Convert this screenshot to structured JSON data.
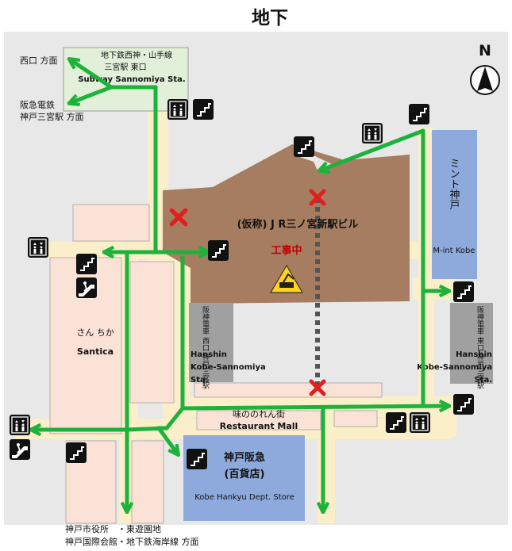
{
  "title": "地下",
  "compass": {
    "label": "N"
  },
  "station_subway": {
    "line1": "地下鉄西神・山手線",
    "line2": "三宮駅 東口",
    "line3": "Subway Sannomiya Sta."
  },
  "destinations": {
    "nishiguchi": "西口 方面",
    "hankyu_line1": "阪急電鉄",
    "hankyu_line2": "神戸三宮駅 方面",
    "bottom_line1": "神戸市役所　・東遊園地",
    "bottom_line2": "神戸国際会館・地下鉄海岸線 方面"
  },
  "jr_building": {
    "name": "(仮称) J R三ノ宮新駅ビル",
    "status": "工事中"
  },
  "mint_kobe": {
    "name_jp": "ミント神戸",
    "name_en": "M-int Kobe"
  },
  "santica": {
    "name_jp": "さん ちか",
    "name_en": "Santica"
  },
  "hanshin_west": {
    "jp": "阪神電車 西口 神戸三宮駅",
    "en_line1": "Hanshin",
    "en_line2": "Kobe-Sannomiya",
    "en_line3": "Sta."
  },
  "hanshin_east": {
    "jp": "阪神電車 東口 神戸三宮駅",
    "en_line1": "Hanshin",
    "en_line2": "Kobe-Sannomiya",
    "en_line3": "Sta."
  },
  "restaurant_mall": {
    "jp": "味ののれん街",
    "en": "Restaurant Mall"
  },
  "kobe_hankyu": {
    "line1": "神戸阪急",
    "line2": "(百貨店)",
    "en": "Kobe Hankyu Dept. Store"
  },
  "icons": [
    "stairs-icon",
    "elevator-icon",
    "escalator-icon",
    "closed-x-icon",
    "construction-icon",
    "compass-north-icon"
  ],
  "colors": {
    "route": "#1db33a",
    "closed": "#e02020",
    "building": "#a77d62",
    "mint": "#8eaadc",
    "hankyu": "#8eaadc",
    "hanshin": "#a0a0a0",
    "walkway": "#fbefc9",
    "shop": "#fae3d6",
    "station": "#e2efd9",
    "status": "#c00000"
  }
}
